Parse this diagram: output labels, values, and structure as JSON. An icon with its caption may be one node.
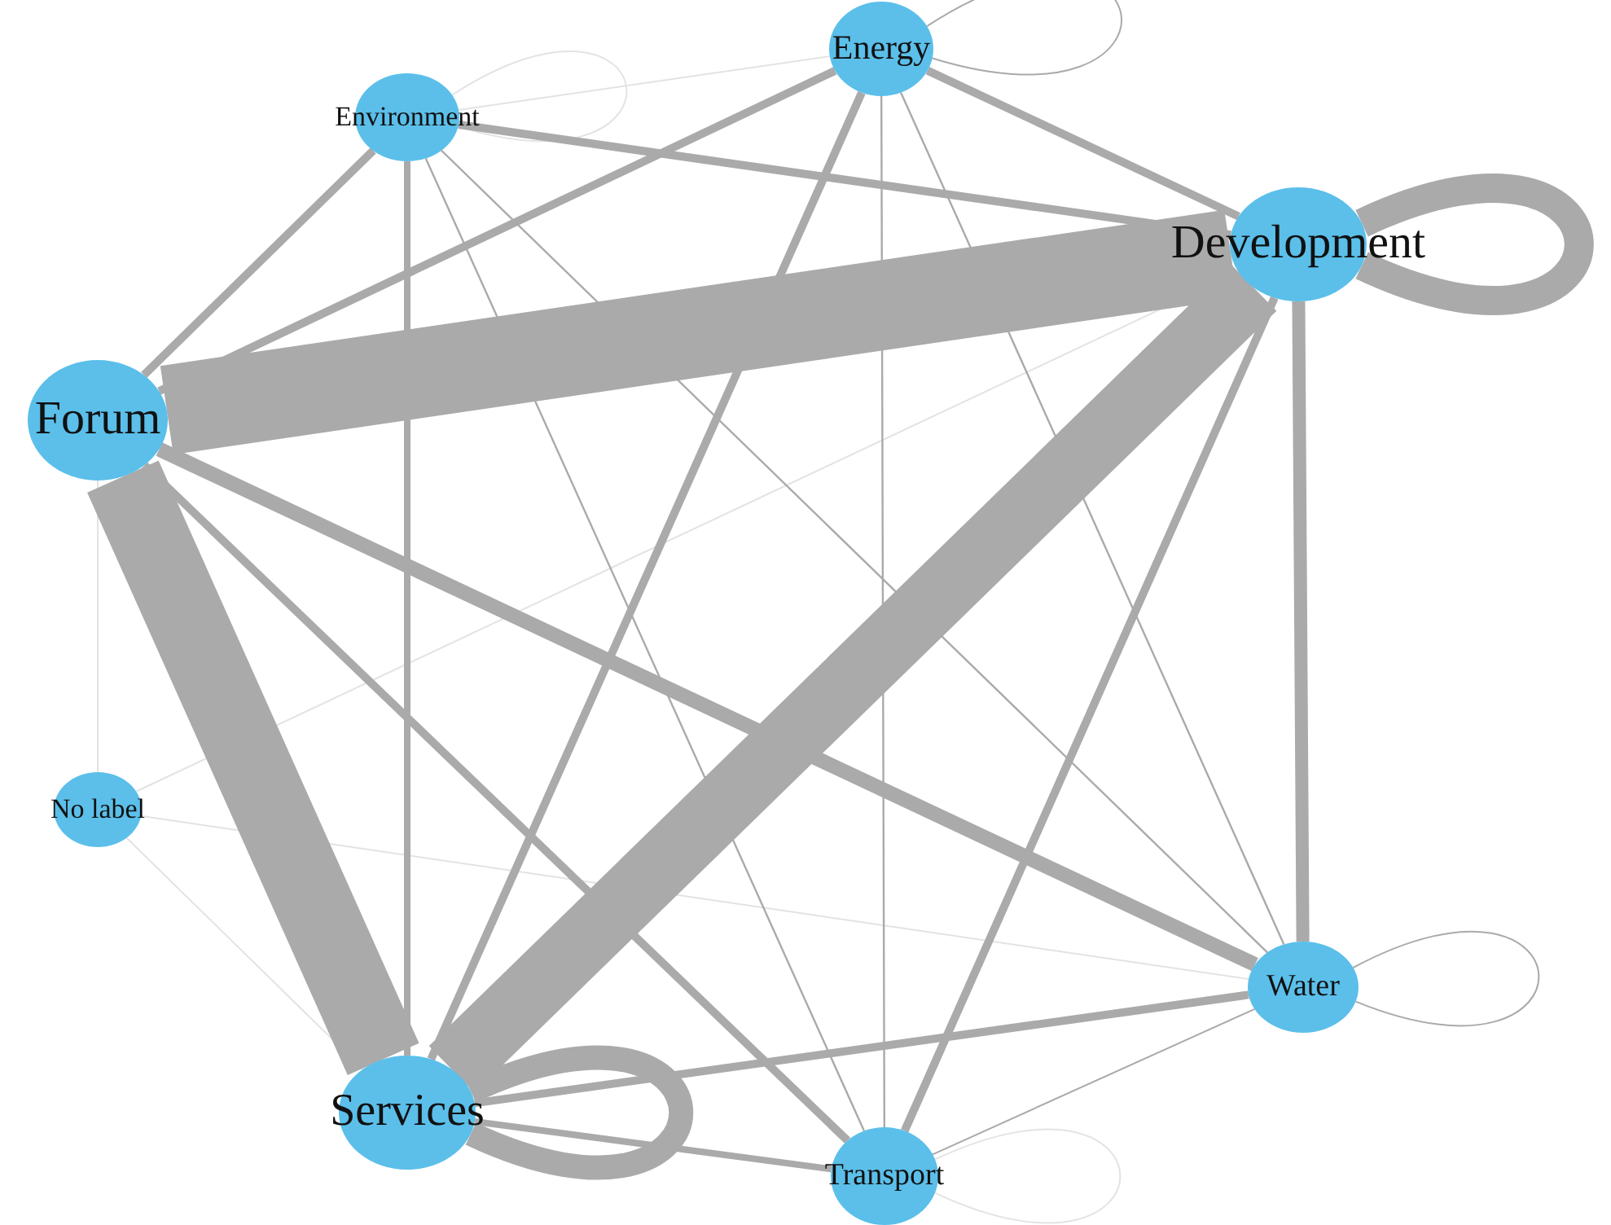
{
  "diagram": {
    "nodes": [
      {
        "text": [
          "Energy"
        ]
      },
      {
        "text": [
          "Environment"
        ]
      },
      {
        "text": [
          "Development"
        ]
      },
      {
        "text": [
          "Forum"
        ]
      },
      {
        "text": [
          "No label"
        ]
      },
      {
        "text": [
          "Water"
        ]
      },
      {
        "text": [
          "Services"
        ]
      },
      {
        "text": [
          "Transport"
        ]
      }
    ],
    "edges": [
      {
        "from": 3,
        "to": 2,
        "arrow": "none",
        "style": "thick"
      },
      {
        "from": 3,
        "to": 6,
        "arrow": "none",
        "style": "thick"
      },
      {
        "from": 6,
        "to": 2,
        "arrow": "none",
        "style": "thick"
      },
      {
        "from": 2,
        "to": 2,
        "arrow": "none",
        "style": "thick"
      },
      {
        "from": 6,
        "to": 6,
        "arrow": "none",
        "style": "thick"
      },
      {
        "from": 0,
        "to": 3,
        "arrow": "none"
      },
      {
        "from": 0,
        "to": 2,
        "arrow": "none"
      },
      {
        "from": 0,
        "to": 6,
        "arrow": "none"
      },
      {
        "from": 1,
        "to": 3,
        "arrow": "none"
      },
      {
        "from": 1,
        "to": 2,
        "arrow": "none"
      },
      {
        "from": 1,
        "to": 6,
        "arrow": "none"
      },
      {
        "from": 3,
        "to": 5,
        "arrow": "none",
        "style": "thick"
      },
      {
        "from": 3,
        "to": 7,
        "arrow": "none"
      },
      {
        "from": 2,
        "to": 5,
        "arrow": "none",
        "style": "thick"
      },
      {
        "from": 2,
        "to": 7,
        "arrow": "none"
      },
      {
        "from": 6,
        "to": 5,
        "arrow": "none"
      },
      {
        "from": 6,
        "to": 7,
        "arrow": "none"
      },
      {
        "from": 1,
        "to": 7,
        "arrow": "none"
      },
      {
        "from": 1,
        "to": 5,
        "arrow": "none"
      },
      {
        "from": 0,
        "to": 7,
        "arrow": "none"
      },
      {
        "from": 0,
        "to": 5,
        "arrow": "none"
      },
      {
        "from": 0,
        "to": 0,
        "arrow": "none"
      },
      {
        "from": 5,
        "to": 5,
        "arrow": "none"
      },
      {
        "from": 1,
        "to": 0,
        "arrow": "none",
        "color": "#e3e3e3"
      },
      {
        "from": 1,
        "to": 1,
        "arrow": "none",
        "color": "#e3e3e3"
      },
      {
        "from": 7,
        "to": 7,
        "arrow": "none",
        "color": "#e3e3e3"
      },
      {
        "from": 2,
        "to": 4,
        "arrow": "none",
        "color": "#e3e3e3"
      },
      {
        "from": 3,
        "to": 4,
        "arrow": "none",
        "color": "#e3e3e3"
      },
      {
        "from": 4,
        "to": 6,
        "arrow": "none",
        "color": "#e3e3e3"
      },
      {
        "from": 4,
        "to": 5,
        "arrow": "none",
        "color": "#e3e3e3"
      },
      {
        "from": 5,
        "to": 7,
        "arrow": "none"
      }
    ]
  }
}
